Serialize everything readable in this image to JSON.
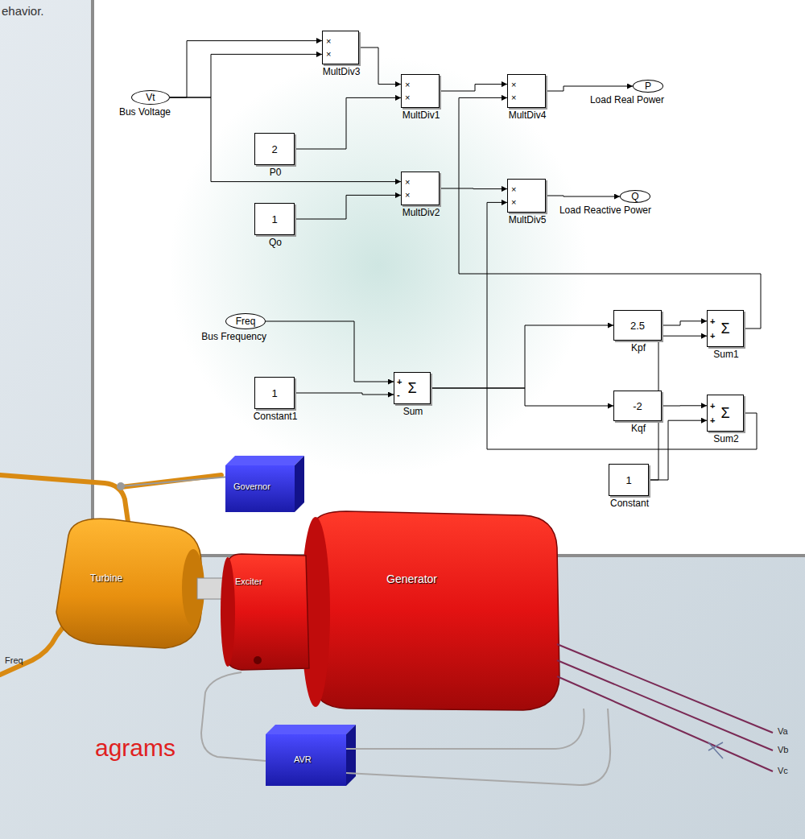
{
  "diagram": {
    "nodes": [
      {
        "text": [
          "Vt",
          "Bus Voltage"
        ]
      },
      {
        "text": [
          "×",
          "×",
          "MultDiv3"
        ]
      },
      {
        "text": [
          "×",
          "×",
          "MultDiv1"
        ]
      },
      {
        "text": [
          "×",
          "×",
          "MultDiv4"
        ]
      },
      {
        "text": [
          "P",
          "Load Real Power"
        ]
      },
      {
        "text": [
          "2",
          "P0"
        ]
      },
      {
        "text": [
          "×",
          "×",
          "MultDiv2"
        ]
      },
      {
        "text": [
          "×",
          "×",
          "MultDiv5"
        ]
      },
      {
        "text": [
          "Q",
          "Load Reactive Power"
        ]
      },
      {
        "text": [
          "1",
          "Qo"
        ]
      },
      {
        "text": [
          "Freq",
          "Bus Frequency"
        ]
      },
      {
        "text": [
          "2.5",
          "Kpf"
        ]
      },
      {
        "text": [
          "+",
          "+",
          "Σ",
          "Sum1"
        ]
      },
      {
        "text": [
          "+",
          "-",
          "Σ",
          "Sum"
        ]
      },
      {
        "text": [
          "1",
          "Constant1"
        ]
      },
      {
        "text": [
          "-2",
          "Kqf"
        ]
      },
      {
        "text": [
          "+",
          "+",
          "Σ",
          "Sum2"
        ]
      },
      {
        "text": [
          "1",
          "Constant"
        ]
      }
    ],
    "edges": [
      {
        "from": 0,
        "to": 1,
        "arrow": "to"
      },
      {
        "from": 0,
        "to": 1,
        "arrow": "to"
      },
      {
        "from": 1,
        "to": 2,
        "arrow": "to"
      },
      {
        "from": 5,
        "to": 2,
        "arrow": "to"
      },
      {
        "from": 2,
        "to": 3,
        "arrow": "to"
      },
      {
        "from": 12,
        "to": 3,
        "arrow": "to"
      },
      {
        "from": 3,
        "to": 4,
        "arrow": "to"
      },
      {
        "from": 0,
        "to": 6,
        "arrow": "to"
      },
      {
        "from": 9,
        "to": 6,
        "arrow": "to"
      },
      {
        "from": 6,
        "to": 7,
        "arrow": "to"
      },
      {
        "from": 16,
        "to": 7,
        "arrow": "to"
      },
      {
        "from": 7,
        "to": 8,
        "arrow": "to"
      },
      {
        "from": 10,
        "to": 13,
        "arrow": "to"
      },
      {
        "from": 14,
        "to": 13,
        "arrow": "to"
      },
      {
        "from": 13,
        "to": 11,
        "arrow": "to"
      },
      {
        "from": 13,
        "to": 15,
        "arrow": "to"
      },
      {
        "from": 11,
        "to": 12,
        "arrow": "to"
      },
      {
        "from": 17,
        "to": 12,
        "arrow": "to"
      },
      {
        "from": 15,
        "to": 16,
        "arrow": "to"
      },
      {
        "from": 17,
        "to": 16,
        "arrow": "to"
      }
    ],
    "labels": [
      "ehavior.",
      "Governor",
      "Turbine",
      "Exciter",
      "Generator",
      "AVR",
      "Freq",
      "Va",
      "Vb",
      "Vc",
      "agrams"
    ]
  }
}
